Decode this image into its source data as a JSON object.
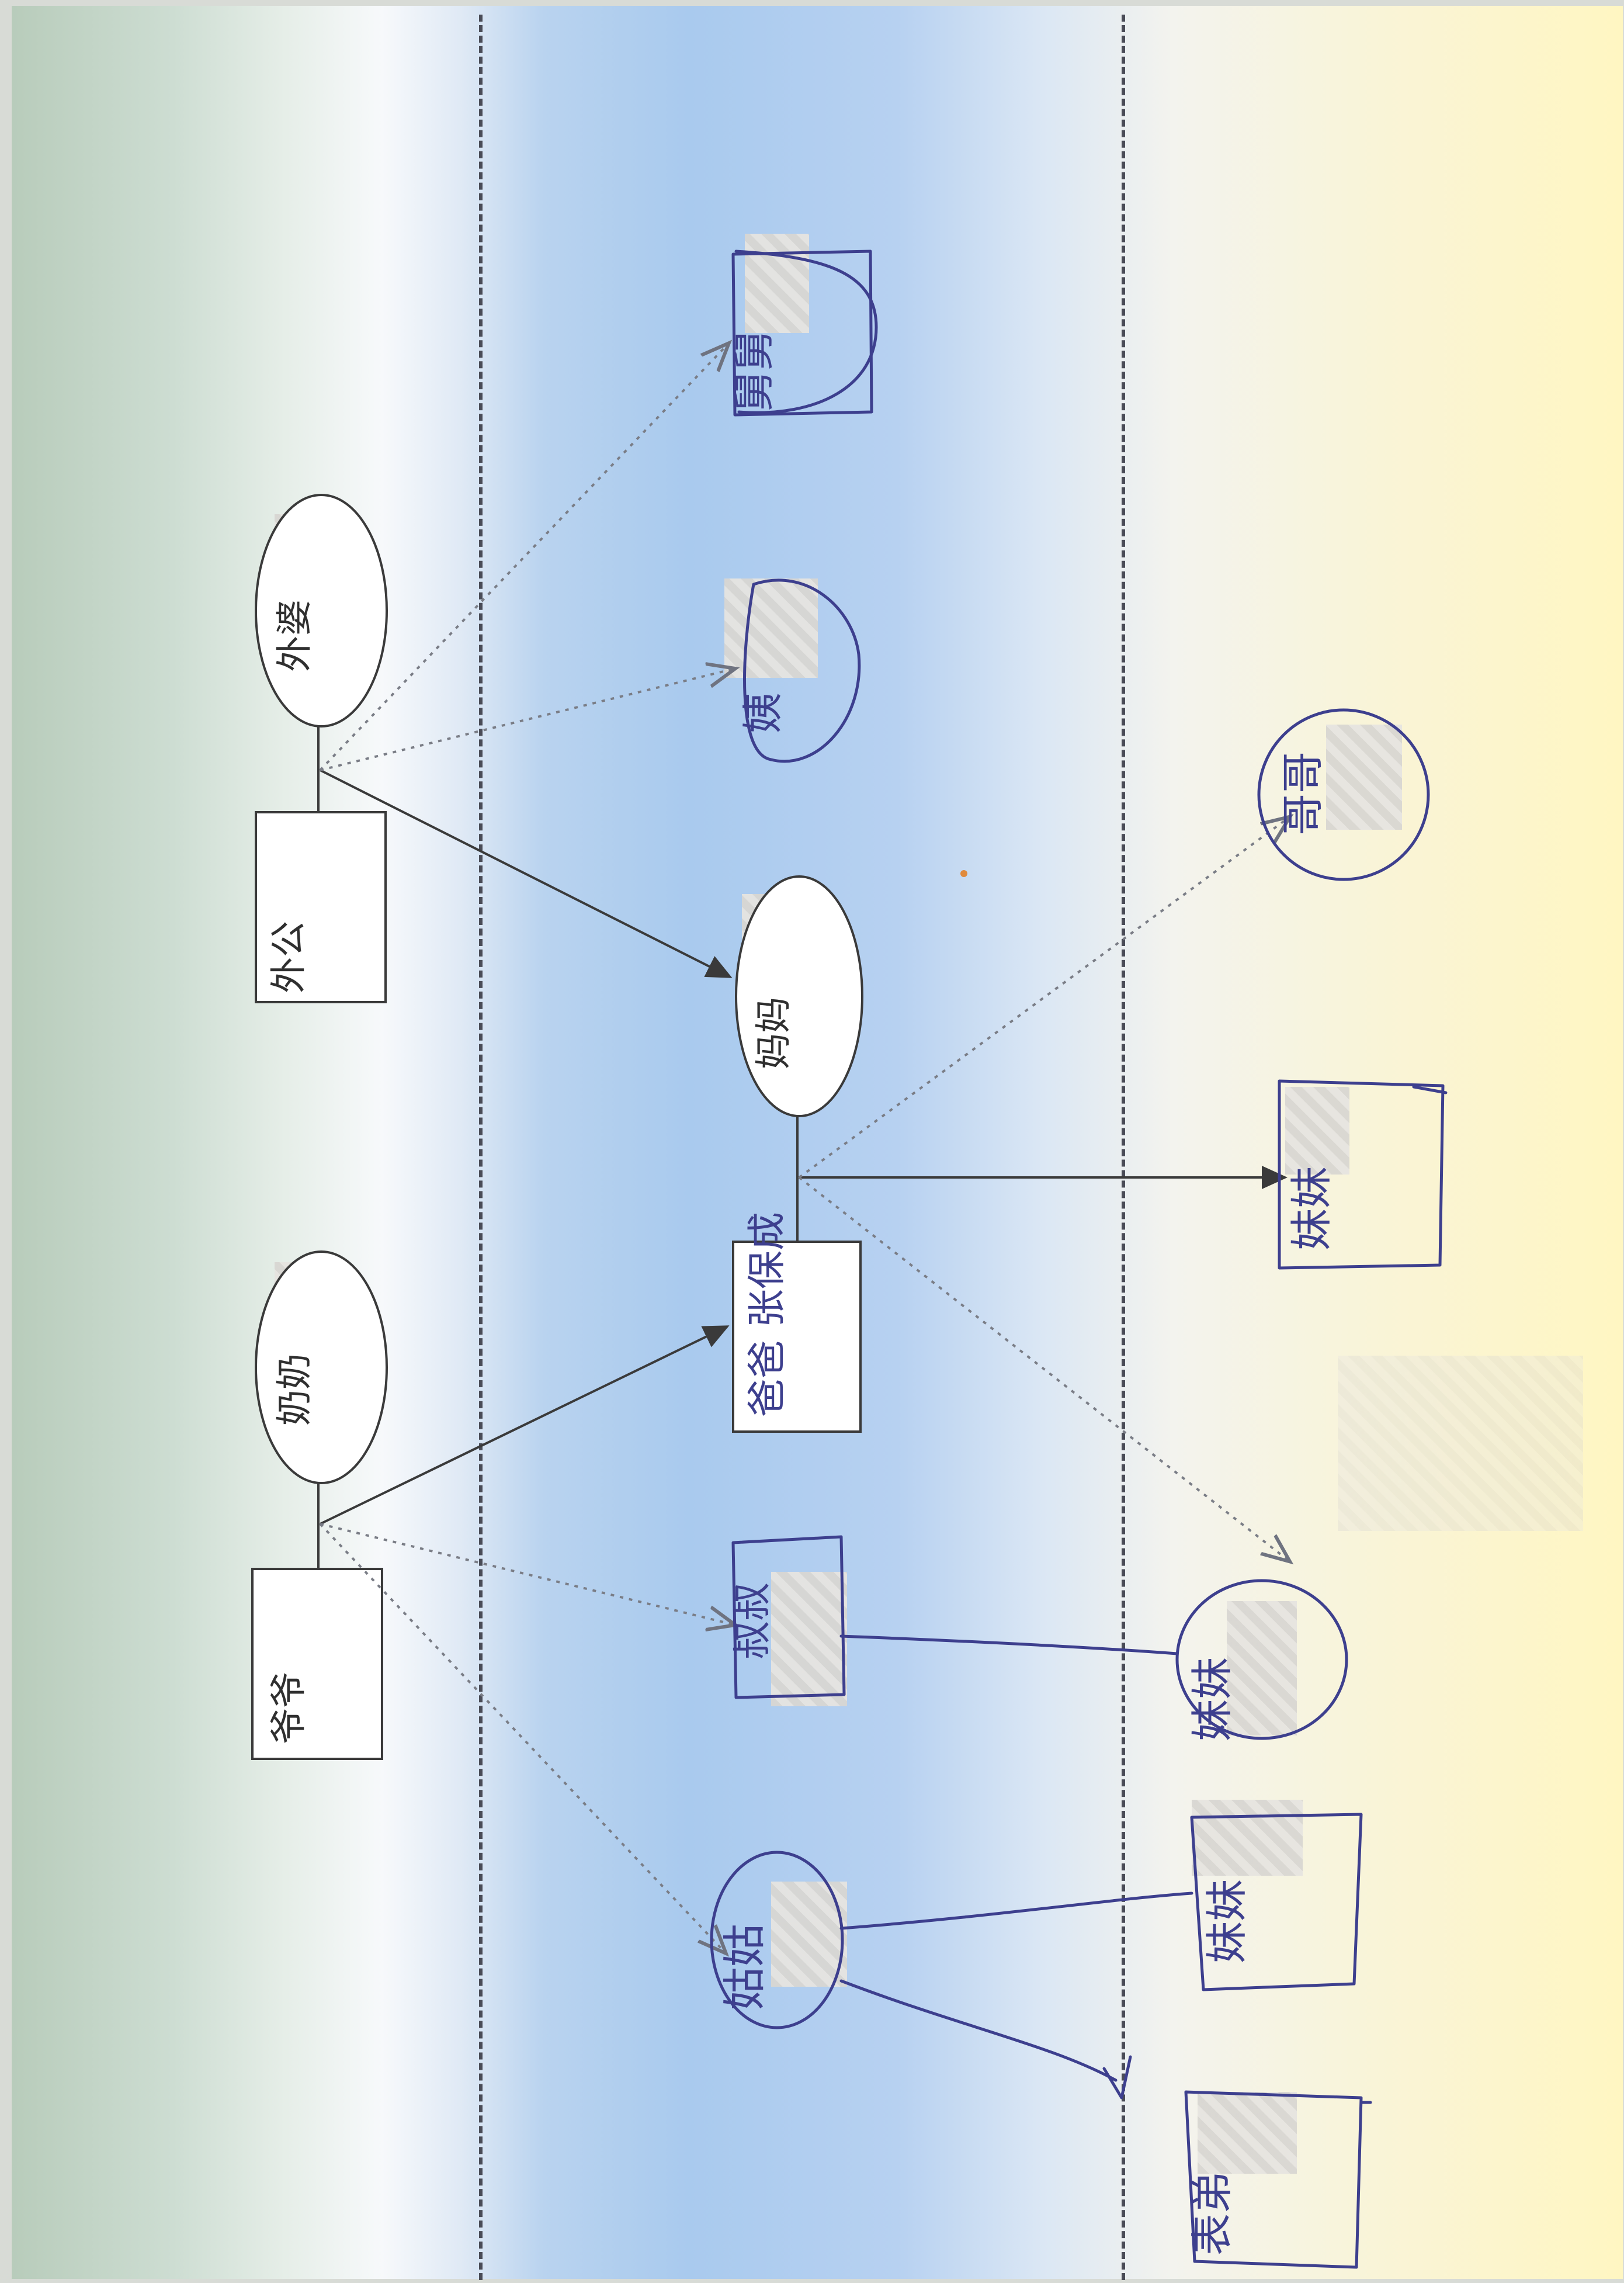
{
  "generation_1": {
    "grandpa_paternal": "爷爷",
    "grandma_paternal": "奶奶",
    "grandpa_maternal": "外公",
    "grandma_maternal": "外婆"
  },
  "generation_2": {
    "father": "爸爸 张保成",
    "mother": "妈妈",
    "aunt_paternal": "姑姑",
    "uncle_paternal": "叔叔",
    "aunt_maternal": "姨",
    "uncle_maternal": "舅舅"
  },
  "generation_3": {
    "brother": "哥哥",
    "cousin_brother": "表弟",
    "cousin_sister": "妹妹"
  },
  "colors": {
    "print_ink": "#3a3a3a",
    "pen_ink": "#3d3f8e",
    "dotted_line": "#7a7d86"
  }
}
